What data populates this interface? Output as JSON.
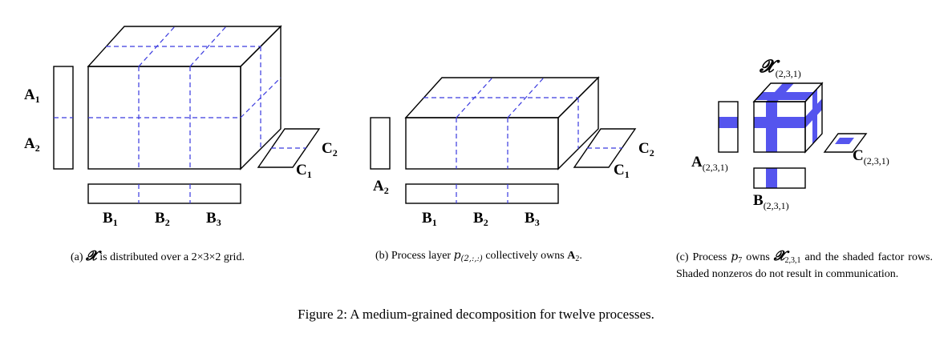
{
  "panel_a": {
    "labels": {
      "a1": "A",
      "a1_sub": "1",
      "a2": "A",
      "a2_sub": "2",
      "c1": "C",
      "c1_sub": "1",
      "c2": "C",
      "c2_sub": "2",
      "b1": "B",
      "b1_sub": "1",
      "b2": "B",
      "b2_sub": "2",
      "b3": "B",
      "b3_sub": "3"
    },
    "caption": {
      "prefix": "(a)",
      "symbol": "𝓧",
      "text": "is distributed over a 2×3×2 grid."
    }
  },
  "panel_b": {
    "labels": {
      "a2": "A",
      "a2_sub": "2",
      "c1": "C",
      "c1_sub": "1",
      "c2": "C",
      "c2_sub": "2",
      "b1": "B",
      "b1_sub": "1",
      "b2": "B",
      "b2_sub": "2",
      "b3": "B",
      "b3_sub": "3"
    },
    "caption": {
      "prefix": "(b) Process layer",
      "symbol": "p",
      "symbol_sub": "(2,:,:)",
      "middle": "collectively owns",
      "bold_sym": "A",
      "bold_sub": "2",
      "suffix": "."
    }
  },
  "panel_c": {
    "labels": {
      "x_sym": "𝓧",
      "x_sub": "(2,3,1)",
      "a_sym": "A",
      "a_sub": "(2,3,1)",
      "b_sym": "B",
      "b_sub": "(2,3,1)",
      "c_sym": "C",
      "c_sub": "(2,3,1)"
    },
    "caption": {
      "prefix": "(c) Process",
      "p_sym": "p",
      "p_sub": "7",
      "owns": "owns",
      "x_sym": "𝓧",
      "x_sub": "2,3,1",
      "rest": "and the shaded factor rows. Shaded nonzeros do not result in communication."
    }
  },
  "figure_caption": "Figure 2: A medium-grained decomposition for twelve processes.",
  "colors": {
    "shade": "#5555ee",
    "dash": "#3a3adf",
    "line": "#000000"
  }
}
